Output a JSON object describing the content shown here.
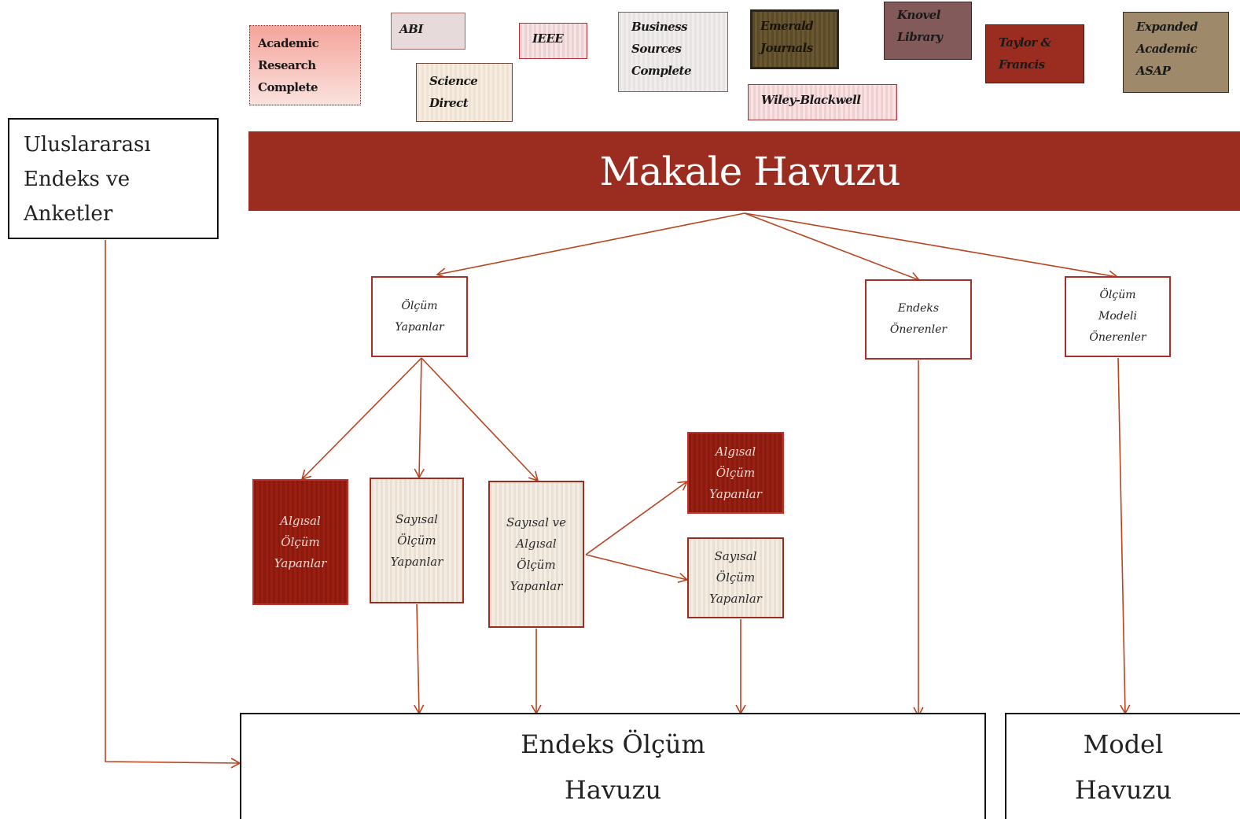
{
  "sources": {
    "academic_research": [
      "Academic",
      "Research",
      "Complete"
    ],
    "abi": [
      "ABI"
    ],
    "ieee": [
      "IEEE"
    ],
    "science_direct": [
      "Science",
      "Direct"
    ],
    "business_sources": [
      "Business",
      "Sources",
      "Complete"
    ],
    "emerald": [
      "Emerald",
      "Journals"
    ],
    "wiley": [
      "Wiley-Blackwell"
    ],
    "knovel": [
      "Knovel",
      "Library"
    ],
    "taylor": [
      "Taylor &",
      "Francis"
    ],
    "expanded": [
      "Expanded",
      "Academic",
      "ASAP"
    ]
  },
  "banner": {
    "title": "Makale Havuzu"
  },
  "left_box": [
    "Uluslararası",
    "Endeks ve",
    "Anketler"
  ],
  "level1": {
    "olcum_yapanlar": [
      "Ölçüm",
      "Yapanlar"
    ],
    "endeks_onerenler": [
      "Endeks",
      "Önerenler"
    ],
    "model_onerenler": [
      "Ölçüm",
      "Modeli",
      "Önerenler"
    ]
  },
  "level2": {
    "algisal": [
      "Algısal",
      "Ölçüm",
      "Yapanlar"
    ],
    "sayisal": [
      "Sayısal",
      "Ölçüm",
      "Yapanlar"
    ],
    "sayisal_algisal": [
      "Sayısal ve",
      "Algısal",
      "Ölçüm",
      "Yapanlar"
    ],
    "algisal_sub": [
      "Algısal",
      "Ölçüm",
      "Yapanlar"
    ],
    "sayisal_sub": [
      "Sayısal",
      "Ölçüm",
      "Yapanlar"
    ]
  },
  "pools": {
    "endeks": [
      "Endeks Ölçüm",
      "Havuzu"
    ],
    "model": [
      "Model",
      "Havuzu"
    ]
  },
  "colors": {
    "banner": "#9a2c20",
    "arrow": "#b8431f",
    "dark_red": "#8a1a0e"
  }
}
